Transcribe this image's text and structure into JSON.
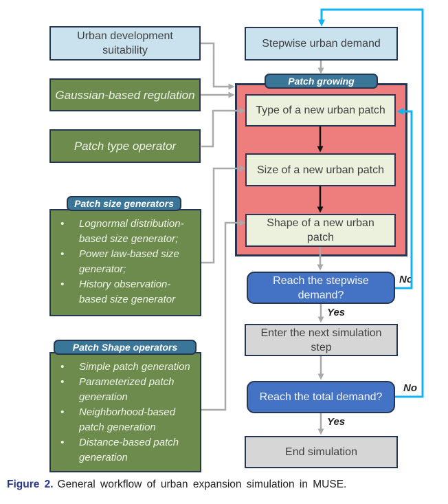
{
  "caption": {
    "label": "Figure 2.",
    "text": "General workflow of urban expansion simulation in MUSE."
  },
  "inputs": {
    "suitability": "Urban development suitability",
    "gaussian": "Gaussian-based regulation",
    "patch_type_operator": "Patch type operator",
    "size_generators": {
      "title": "Patch size generators",
      "items": [
        "Lognormal distribution-based size generator;",
        "Power law-based size generator;",
        "History observation-based size generator"
      ]
    },
    "shape_operators": {
      "title": "Patch Shape operators",
      "items": [
        "Simple patch generation",
        "Parameterized patch generation",
        "Neighborhood-based patch generation",
        "Distance-based patch generation"
      ]
    }
  },
  "flow": {
    "stepwise_demand": "Stepwise urban demand",
    "patch_growing": "Patch growing",
    "type_patch": "Type of a new urban patch",
    "size_patch": "Size of a new urban patch",
    "shape_patch": "Shape of a new urban patch",
    "reach_stepwise": "Reach the stepwise demand?",
    "enter_next_step": "Enter the next simulation step",
    "reach_total": "Reach the total demand?",
    "end_simulation": "End simulation"
  },
  "labels": {
    "yes": "Yes",
    "no": "No"
  },
  "colors": {
    "light_blue_box": "#c9e2ee",
    "green_box": "#6c8b4c",
    "teal_badge": "#3a7697",
    "red_module": "#ee7d7e",
    "cream_box": "#ebf1dd",
    "decision_blue": "#4473c5",
    "gray_box": "#d6d6d6",
    "navy_border": "#263652",
    "gray_arrow": "#a9a9a9",
    "cyan_arrow": "#12b3f0",
    "caption_label_blue": "#27348b"
  }
}
